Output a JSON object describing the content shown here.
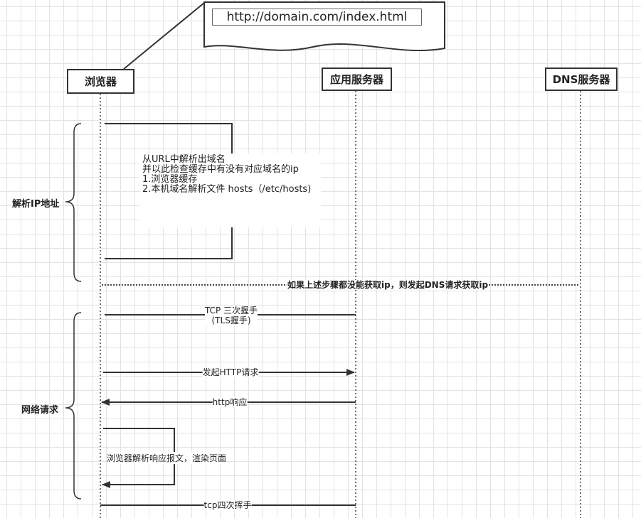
{
  "url_document": {
    "text": "http://domain.com/index.html"
  },
  "participants": {
    "browser": "浏览器",
    "app_server": "应用服务器",
    "dns_server": "DNS服务器"
  },
  "sections": {
    "resolve_ip": "解析IP地址",
    "network_request": "网络请求"
  },
  "resolve_note": {
    "lines": [
      "从URL中解析出域名",
      "并以此检查缓存中有没有对应域名的ip",
      "1.浏览器缓存",
      "2.本机域名解析文件 hosts（/etc/hosts)"
    ]
  },
  "dns_note": "如果上述步骤都没能获取ip，则发起DNS请求获取ip",
  "messages": {
    "tcp_handshake": [
      "TCP 三次握手",
      "(TLS握手)"
    ],
    "http_request": "发起HTTP请求",
    "http_response": "http响应",
    "render": "浏览器解析响应报文，渲染页面",
    "tcp_close": "tcp四次挥手"
  },
  "colors": {
    "line": "#333333",
    "grid": "#e3e3e3",
    "background": "#ffffff"
  }
}
